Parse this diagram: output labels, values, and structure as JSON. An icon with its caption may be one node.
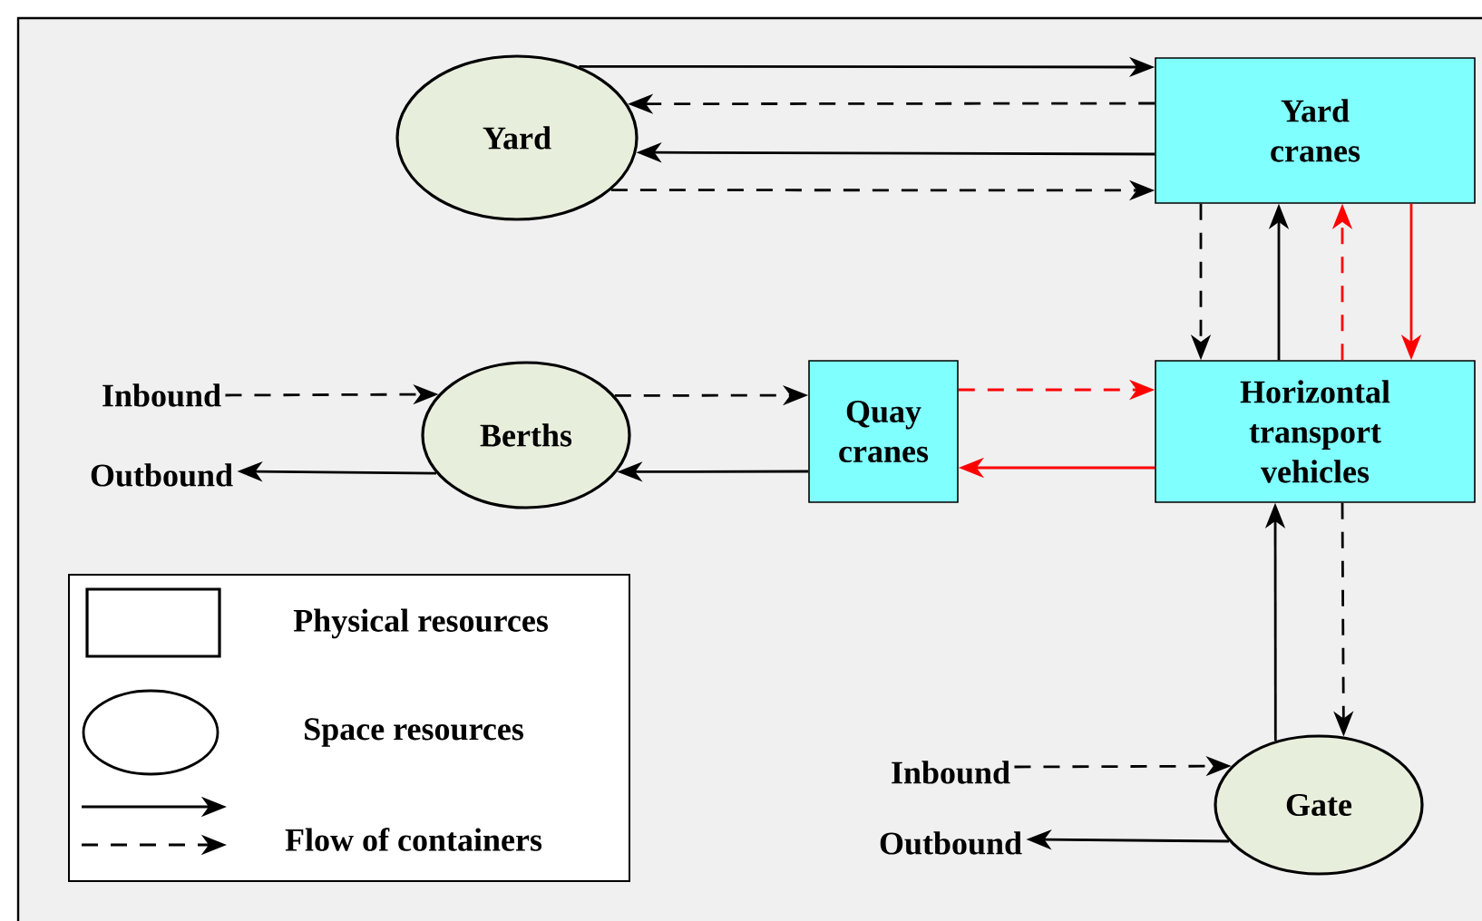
{
  "diagram": {
    "nodes": [
      {
        "text": [
          "Yard"
        ]
      },
      {
        "text": [
          "Yard cranes"
        ]
      },
      {
        "text": [
          "Inbound"
        ]
      },
      {
        "text": [
          "Outbound"
        ]
      },
      {
        "text": [
          "Berths"
        ]
      },
      {
        "text": [
          "Quay cranes"
        ]
      },
      {
        "text": [
          "Horizontal transport vehicles"
        ]
      },
      {
        "text": [
          "Inbound"
        ]
      },
      {
        "text": [
          "Outbound"
        ]
      },
      {
        "text": [
          "Gate"
        ]
      }
    ],
    "edges": [
      {
        "from": 0,
        "to": 1,
        "arrow": "to"
      },
      {
        "from": 1,
        "to": 0,
        "arrow": "to",
        "style": "dashed"
      },
      {
        "from": 1,
        "to": 0,
        "arrow": "to"
      },
      {
        "from": 0,
        "to": 1,
        "arrow": "to",
        "style": "dashed"
      },
      {
        "from": 1,
        "to": 6,
        "arrow": "to",
        "style": "dashed"
      },
      {
        "from": 6,
        "to": 1,
        "arrow": "to"
      },
      {
        "from": 6,
        "to": 1,
        "arrow": "to",
        "style": "dashed",
        "color": "#ff0000"
      },
      {
        "from": 1,
        "to": 6,
        "arrow": "to",
        "color": "#ff0000"
      },
      {
        "from": 2,
        "to": 4,
        "arrow": "to",
        "style": "dashed"
      },
      {
        "from": 4,
        "to": 5,
        "arrow": "to",
        "style": "dashed"
      },
      {
        "from": 5,
        "to": 4,
        "arrow": "to"
      },
      {
        "from": 4,
        "to": 3,
        "arrow": "to"
      },
      {
        "from": 5,
        "to": 6,
        "arrow": "to",
        "style": "dashed",
        "color": "#ff0000"
      },
      {
        "from": 6,
        "to": 5,
        "arrow": "to",
        "color": "#ff0000"
      },
      {
        "from": 9,
        "to": 6,
        "arrow": "to"
      },
      {
        "from": 6,
        "to": 9,
        "arrow": "to",
        "style": "dashed"
      },
      {
        "from": 7,
        "to": 9,
        "arrow": "to",
        "style": "dashed"
      },
      {
        "from": 9,
        "to": 8,
        "arrow": "to"
      }
    ],
    "legend": [
      {
        "text": "Physical resources"
      },
      {
        "text": "Space resources"
      },
      {
        "text": "Flow of containers"
      }
    ]
  }
}
